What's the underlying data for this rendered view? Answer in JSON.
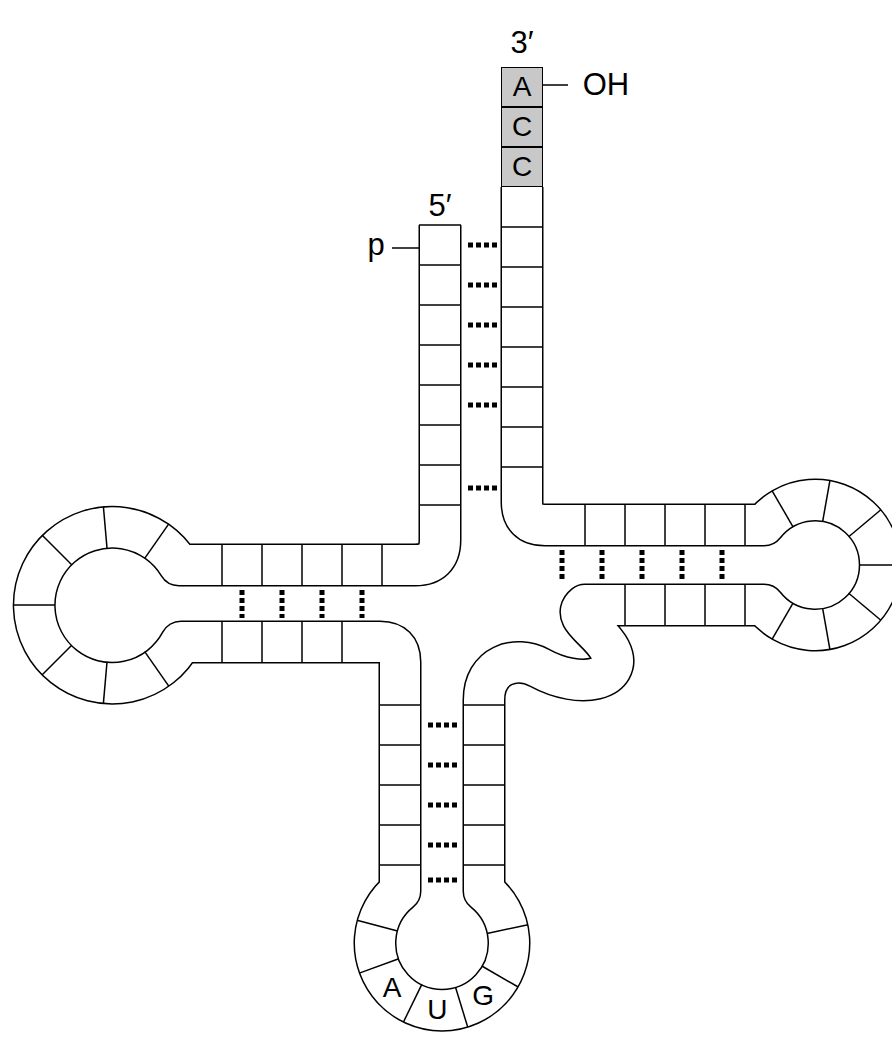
{
  "diagram": {
    "nodes": [
      {
        "text": [
          "A"
        ]
      },
      {
        "text": [
          "C"
        ]
      },
      {
        "text": [
          "C"
        ]
      }
    ],
    "labels": [
      "3′",
      "5′",
      "p",
      "OH",
      "A",
      "U",
      "G"
    ]
  }
}
